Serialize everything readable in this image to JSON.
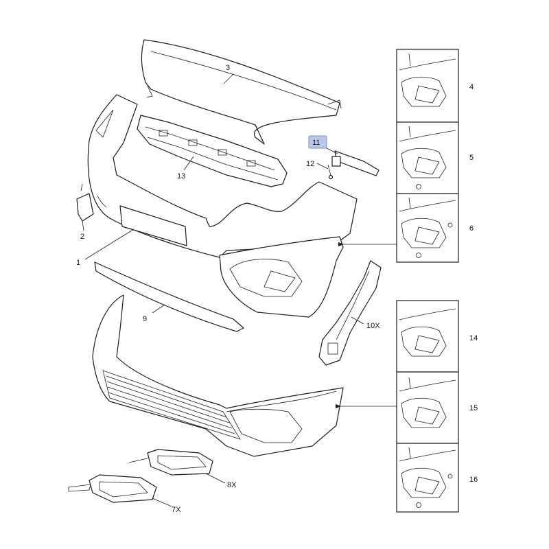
{
  "callouts": {
    "c1": "1",
    "c2": "2",
    "c3": "3",
    "c4": "4",
    "c5": "5",
    "c6": "6",
    "c7x": "7X",
    "c8x": "8X",
    "c9": "9",
    "c10x": "10X",
    "c11": "11",
    "c12": "12",
    "c13": "13",
    "c14": "14",
    "c15": "15",
    "c16": "16"
  },
  "colors": {
    "highlight_fill": "#b8c8e6",
    "highlight_stroke": "#7d94c4",
    "line": "#1a1a1a"
  }
}
